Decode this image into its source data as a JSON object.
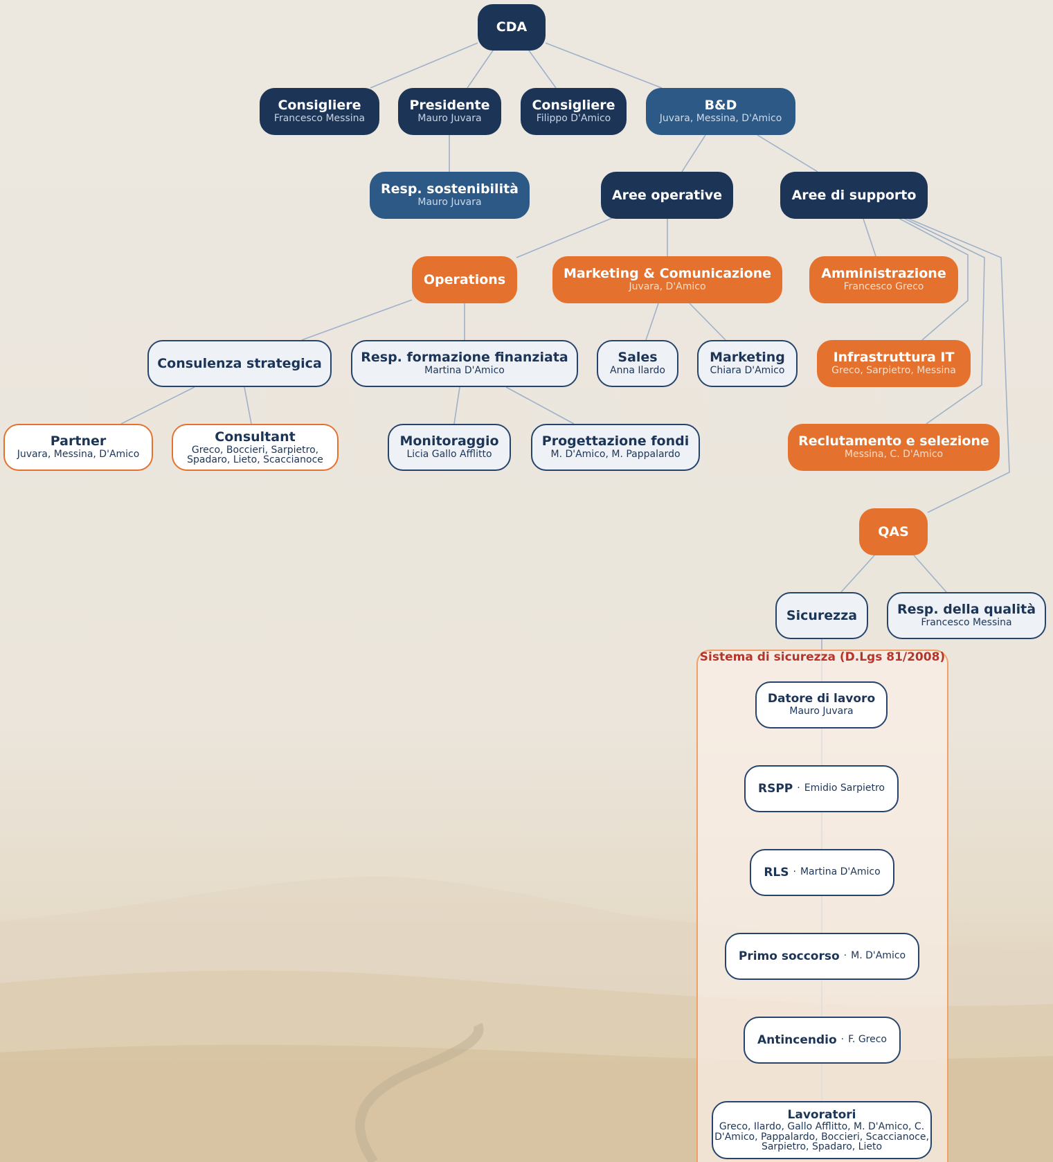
{
  "nodes": {
    "cda": {
      "title": "CDA"
    },
    "consigliere1": {
      "title": "Consigliere",
      "sub": "Francesco Messina"
    },
    "presidente": {
      "title": "Presidente",
      "sub": "Mauro Juvara"
    },
    "consigliere2": {
      "title": "Consigliere",
      "sub": "Filippo D'Amico"
    },
    "bd": {
      "title": "B&D",
      "sub": "Juvara, Messina, D'Amico"
    },
    "sostenibilita": {
      "title": "Resp. sostenibilità",
      "sub": "Mauro Juvara"
    },
    "aree_operative": {
      "title": "Aree operative"
    },
    "aree_supporto": {
      "title": "Aree di supporto"
    },
    "operations": {
      "title": "Operations"
    },
    "marketing_com": {
      "title": "Marketing & Comunicazione",
      "sub": "Juvara, D'Amico"
    },
    "amministrazione": {
      "title": "Amministrazione",
      "sub": "Francesco Greco"
    },
    "consulenza": {
      "title": "Consulenza strategica"
    },
    "formazione": {
      "title": "Resp. formazione finanziata",
      "sub": "Martina D'Amico"
    },
    "sales": {
      "title": "Sales",
      "sub": "Anna Ilardo"
    },
    "marketing": {
      "title": "Marketing",
      "sub": "Chiara D'Amico"
    },
    "infrastruttura": {
      "title": "Infrastruttura IT",
      "sub": "Greco, Sarpietro, Messina"
    },
    "partner": {
      "title": "Partner",
      "sub": "Juvara, Messina, D'Amico"
    },
    "consultant": {
      "title": "Consultant",
      "sub": "Greco, Boccieri, Sarpietro, Spadaro, Lieto, Scaccianoce"
    },
    "monitoraggio": {
      "title": "Monitoraggio",
      "sub": "Licia Gallo Afflitto"
    },
    "progettazione": {
      "title": "Progettazione fondi",
      "sub": "M. D'Amico, M. Pappalardo"
    },
    "reclutamento": {
      "title": "Reclutamento e selezione",
      "sub": "Messina, C. D'Amico"
    },
    "qas": {
      "title": "QAS"
    },
    "sicurezza": {
      "title": "Sicurezza"
    },
    "qualita": {
      "title": "Resp. della qualità",
      "sub": "Francesco Messina"
    },
    "datore": {
      "title": "Datore di lavoro",
      "sub": "Mauro Juvara"
    },
    "rspp": {
      "title": "RSPP",
      "sub": "Emidio Sarpietro"
    },
    "rls": {
      "title": "RLS",
      "sub": "Martina D'Amico"
    },
    "primo_soccorso": {
      "title": "Primo soccorso",
      "sub": "M. D'Amico"
    },
    "antincendio": {
      "title": "Antincendio",
      "sub": "F. Greco"
    },
    "lavoratori": {
      "title": "Lavoratori",
      "sub": "Greco, Ilardo, Gallo Afflitto, M. D'Amico, C. D'Amico, Pappalardo, Boccieri, Scaccianoce, Sarpietro, Spadaro, Lieto"
    }
  },
  "safety_group": {
    "title": "Sistema di sicurezza (D.Lgs 81/2008)"
  },
  "separator": "·",
  "colors": {
    "navy": "#1c3557",
    "steel": "#2c5985",
    "orange": "#e4722e",
    "light": "#eef2f7",
    "edge": "#9fb1c9",
    "safety_title": "#b5352a",
    "background": "#ece8e0"
  }
}
